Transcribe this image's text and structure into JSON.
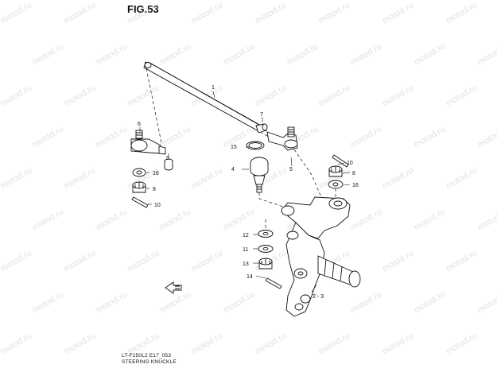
{
  "figure": {
    "title": "FIG.53",
    "code": "LT-F250L2 E17_053",
    "caption": "STEERING KNUCKLE"
  },
  "watermark": "motod.ru",
  "part_labels": {
    "p1": "1",
    "p2_3": "2 - 3",
    "p4": "4",
    "p5": "5",
    "p6": "6",
    "p7": "7",
    "p8a": "8",
    "p8b": "8",
    "p9": "9",
    "p10a": "10",
    "p10b": "10",
    "p11": "11",
    "p12": "12",
    "p13": "13",
    "p14": "14",
    "p15": "15",
    "p16a": "16",
    "p16b": "16"
  },
  "colors": {
    "ink": "#111111",
    "watermark": "#c9c9c9",
    "background": "#ffffff"
  }
}
